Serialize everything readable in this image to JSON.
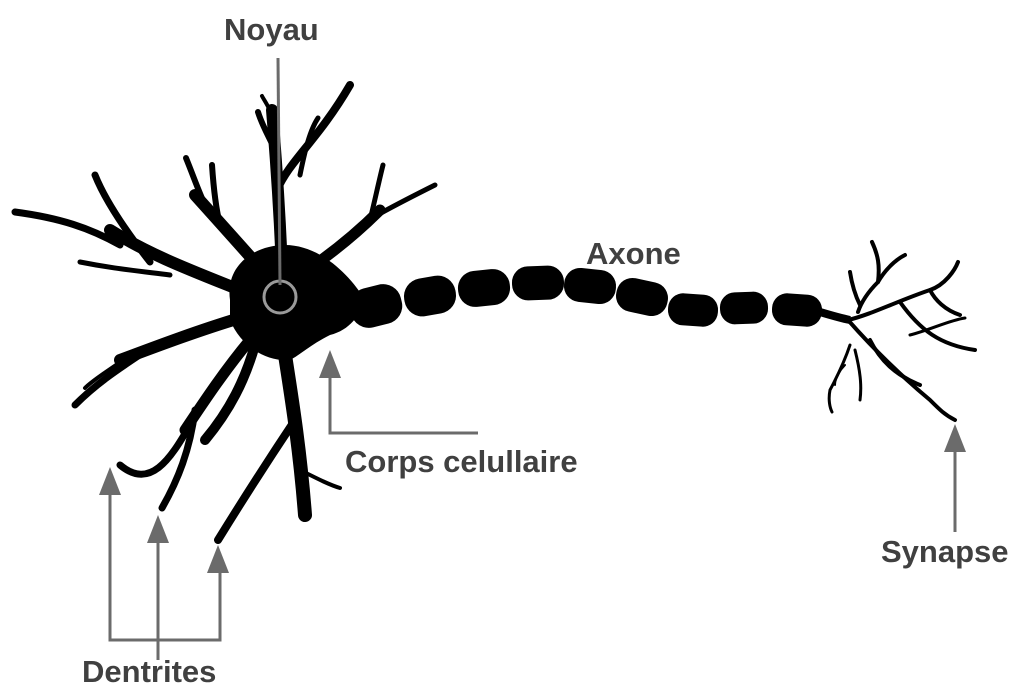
{
  "labels": {
    "noyau": "Noyau",
    "axone": "Axone",
    "corps_cellulaire": "Corps celullaire",
    "synapse": "Synapse",
    "dentrites": "Dentrites"
  },
  "colors": {
    "neuron": "#000000",
    "arrows": "#6b6b6b",
    "label_text": "#404040",
    "nucleus_ring": "#9a9a9a",
    "background": "#ffffff"
  }
}
